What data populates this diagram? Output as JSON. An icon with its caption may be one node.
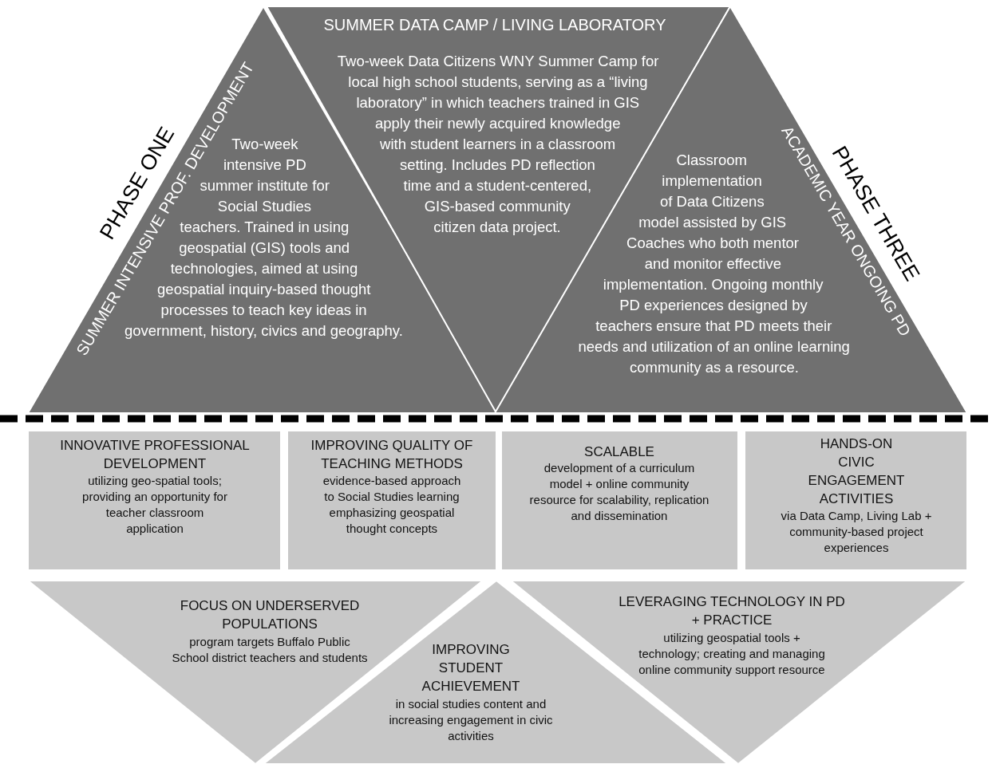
{
  "diagram": {
    "nodes": [
      {
        "text": [
          "SUMMER INTENSIVE PROF. DEVELOPMENT",
          "Two-week intensive PD summer institute for Social Studies teachers. Trained in using geospatial (GIS) tools and technologies, aimed at using geospatial inquiry-based thought processes to teach key ideas in government, history, civics and geography."
        ],
        "beside": [
          "PHASE ONE"
        ]
      },
      {
        "text": [
          "SUMMER DATA CAMP / LIVING LABORATORY",
          "Two-week Data Citizens WNY Summer Camp for local high school students, serving as a “living laboratory” in which teachers trained in GIS apply their newly acquired knowledge with student learners in a classroom setting. Includes PD reflection time and a student-centered, GIS-based community citizen data project."
        ]
      },
      {
        "text": [
          "ACADEMIC YEAR ONGOING PD",
          "Classroom implementation of Data Citizens model assisted by GIS Coaches who both mentor and monitor effective implementation. Ongoing monthly PD experiences designed by teachers ensure that PD meets their needs and utilization of an online learning community as a resource."
        ],
        "beside": [
          "PHASE THREE"
        ]
      },
      {
        "text": [
          "INNOVATIVE PROFESSIONAL DEVELOPMENT",
          "utilizing geo-spatial tools; providing an opportunity for teacher classroom application"
        ]
      },
      {
        "text": [
          "IMPROVING QUALITY OF TEACHING METHODS",
          "evidence-based approach to Social Studies learning emphasizing geospatial thought concepts"
        ]
      },
      {
        "text": [
          "SCALABLE",
          "development of a curriculum model + online community resource for scalability, replication and dissemination"
        ]
      },
      {
        "text": [
          "HANDS-ON CIVIC ENGAGEMENT ACTIVITIES",
          "via Data Camp, Living Lab + community-based project experiences"
        ]
      },
      {
        "text": [
          "FOCUS ON UNDERSERVED POPULATIONS",
          "program targets Buffalo Public School district teachers and students"
        ]
      },
      {
        "text": [
          "IMPROVING STUDENT ACHIEVEMENT",
          "in social studies content and increasing engagement in civic activities"
        ]
      },
      {
        "text": [
          "LEVERAGING TECHNOLOGY IN PD + PRACTICE",
          "utilizing geospatial tools + technology; creating and managing online community support resource"
        ]
      }
    ]
  }
}
